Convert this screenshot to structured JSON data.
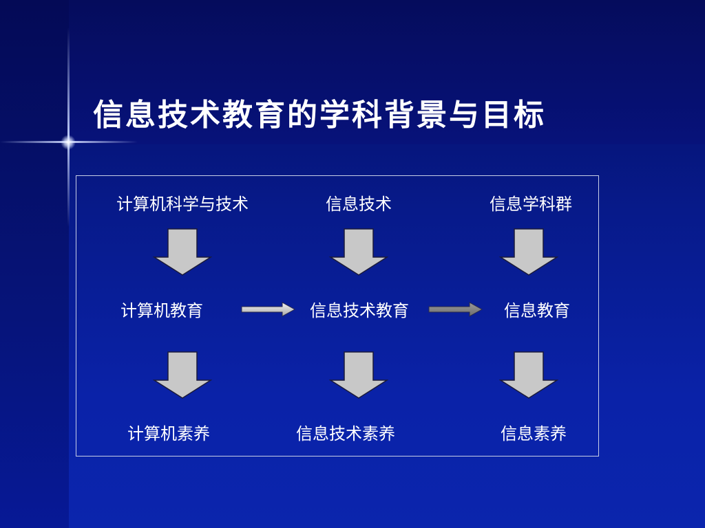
{
  "title": "信息技术教育的学科背景与目标",
  "diagram": {
    "row1": [
      "计算机科学与技术",
      "信息技术",
      "信息学科群"
    ],
    "row2": [
      "计算机教育",
      "信息技术教育",
      "信息教育"
    ],
    "row3": [
      "计算机素养",
      "信息技术素养",
      "信息素养"
    ]
  },
  "colors": {
    "background": "#071a8a",
    "arrow_fill": "#c8c8c8",
    "text": "#ffffff",
    "frame_border": "#c9cfe6"
  }
}
